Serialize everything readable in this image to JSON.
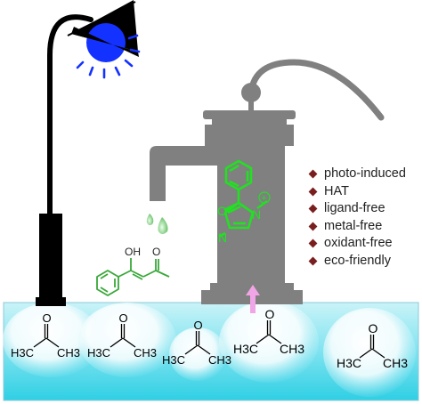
{
  "features": [
    "photo-induced",
    "HAT",
    "ligand-free",
    "metal-free",
    "oxidant-free",
    "eco-friendly"
  ],
  "product_label": {
    "oh": "OH",
    "o": "O"
  },
  "catalyst_label": {
    "o": "O",
    "n1": "N",
    "n2": "N",
    "charge": "+"
  },
  "acetone_label": {
    "o": "O",
    "h3c": "H3C",
    "ch3": "CH3"
  },
  "colors": {
    "lamp_light": "#1432ff",
    "lamp_shade": "#000000",
    "pump": "#808080",
    "catalyst": "#22e022",
    "product": "#3aa83a",
    "water_top": "#bfeff6",
    "water_bottom": "#34d0e6",
    "arrow": "#f0a6e6",
    "bullet": "#7a1f1f"
  },
  "icons": [
    "street-lamp-icon",
    "water-pump-icon",
    "water-drop-icon",
    "up-arrow-icon"
  ]
}
